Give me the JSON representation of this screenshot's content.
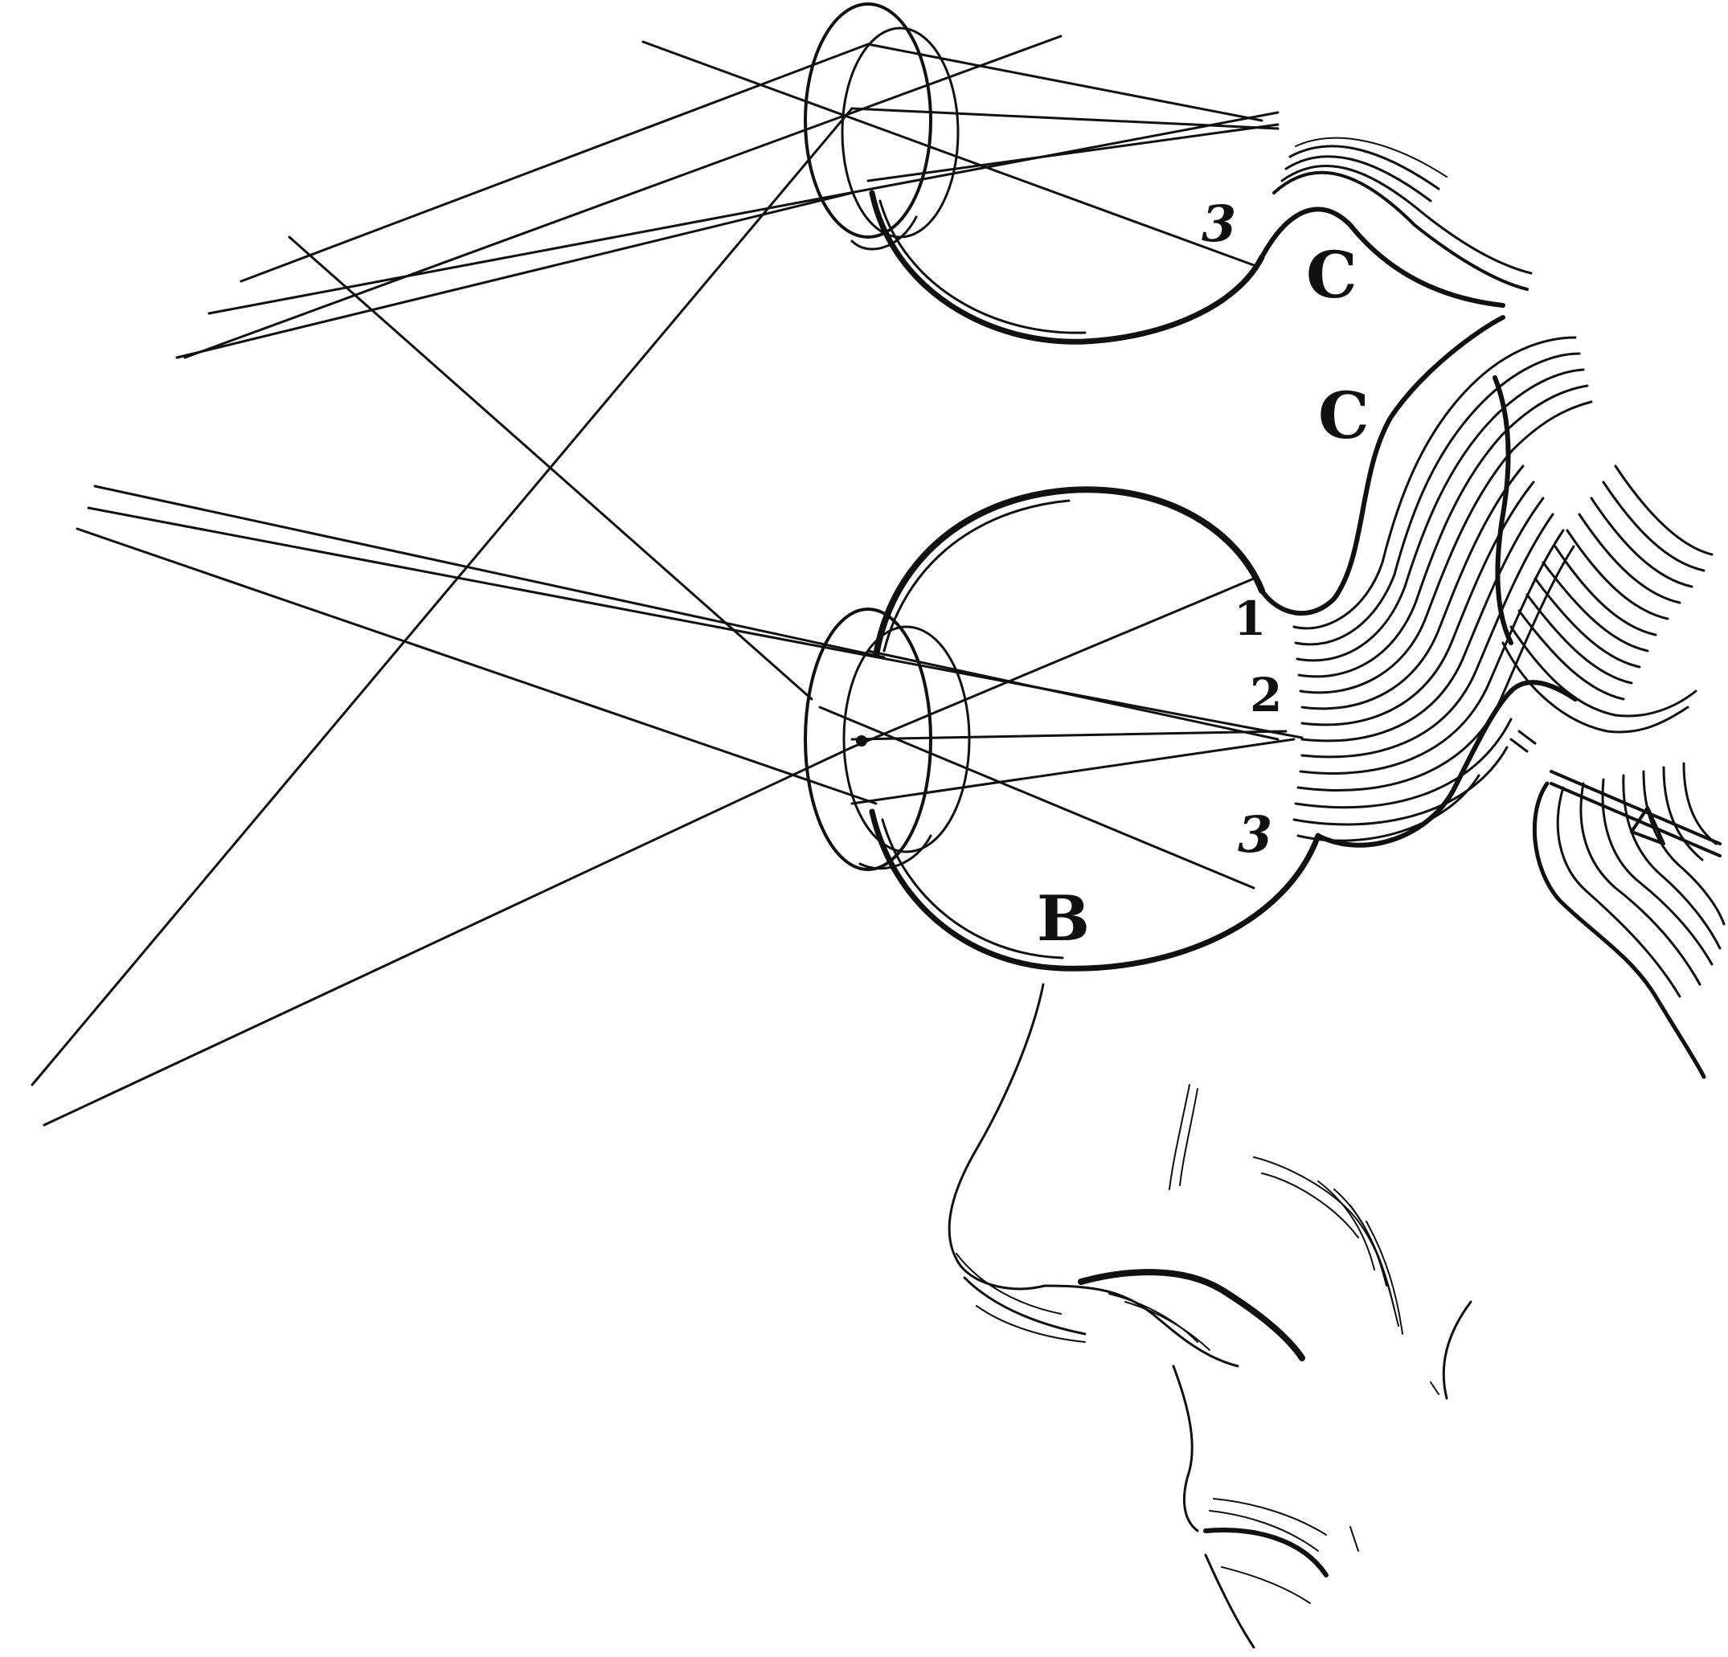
{
  "labels": {
    "upper_eye_point_3": "3",
    "upper_nerve_C": "C",
    "lower_nerve_C": "C",
    "lower_eye_point_1": "1",
    "lower_eye_point_2": "2",
    "lower_eye_point_3": "3",
    "lower_eye_B": "B"
  },
  "colors": {
    "ink": "#111111",
    "paper": "#ffffff"
  }
}
